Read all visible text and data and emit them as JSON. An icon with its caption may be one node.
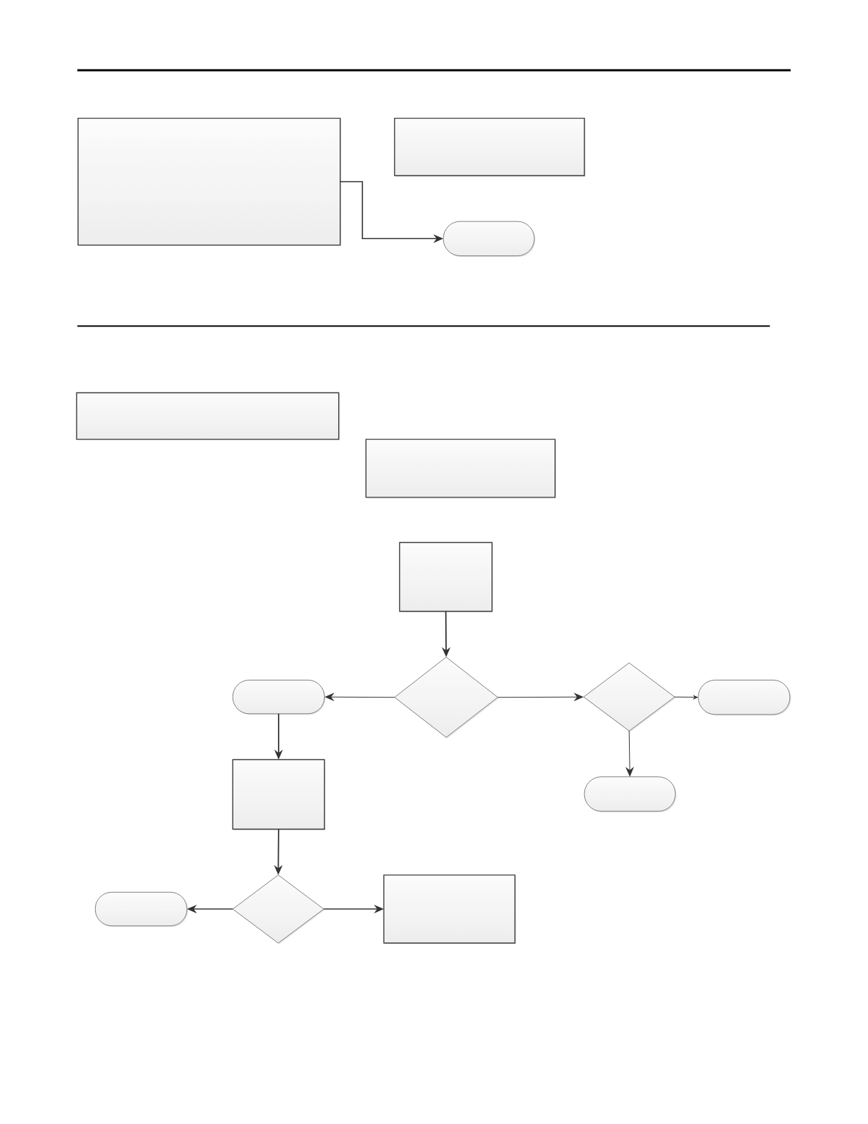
{
  "diagram": {
    "nodes": [
      {
        "text": [],
        "shape": "box"
      },
      {
        "text": [],
        "shape": "box"
      },
      {
        "text": [],
        "shape": "pill"
      },
      {
        "text": [],
        "shape": "box"
      },
      {
        "text": [],
        "shape": "box"
      },
      {
        "text": [],
        "shape": "box"
      },
      {
        "text": [],
        "shape": "pill"
      },
      {
        "text": [],
        "shape": "diamond"
      },
      {
        "text": [],
        "shape": "diamond"
      },
      {
        "text": [],
        "shape": "pill"
      },
      {
        "text": [],
        "shape": "pill"
      },
      {
        "text": [],
        "shape": "box"
      },
      {
        "text": [],
        "shape": "pill"
      },
      {
        "text": [],
        "shape": "diamond"
      },
      {
        "text": [],
        "shape": "box"
      }
    ],
    "edges": [
      {
        "from": 0,
        "to": 2,
        "arrow": "to"
      },
      {
        "from": 5,
        "to": 7,
        "arrow": "to"
      },
      {
        "from": 7,
        "to": 6,
        "arrow": "to"
      },
      {
        "from": 7,
        "to": 8,
        "arrow": "to"
      },
      {
        "from": 8,
        "to": 9,
        "arrow": "to"
      },
      {
        "from": 8,
        "to": 10,
        "arrow": "to"
      },
      {
        "from": 6,
        "to": 11,
        "arrow": "to"
      },
      {
        "from": 11,
        "to": 13,
        "arrow": "to"
      },
      {
        "from": 13,
        "to": 12,
        "arrow": "to"
      },
      {
        "from": 13,
        "to": 14,
        "arrow": "to"
      }
    ]
  }
}
